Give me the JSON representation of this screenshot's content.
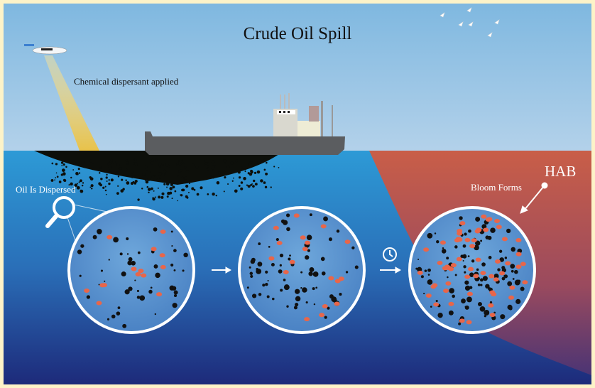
{
  "title": "Crude Oil Spill",
  "labels": {
    "dispersant": "Chemical dispersant applied",
    "oil_dispersed": "Oil Is Dispersed",
    "bloom_forms": "Bloom Forms",
    "hab": "HAB"
  },
  "colors": {
    "frame": "#fdf3c8",
    "sky_top": "#7fb8e0",
    "sky_bottom": "#e9ebee",
    "water_top": "#2d9ad6",
    "water_bottom": "#1d2a7a",
    "hab": "#c4604f",
    "oil": "#0d0f0a",
    "cell": "#e8664a"
  }
}
